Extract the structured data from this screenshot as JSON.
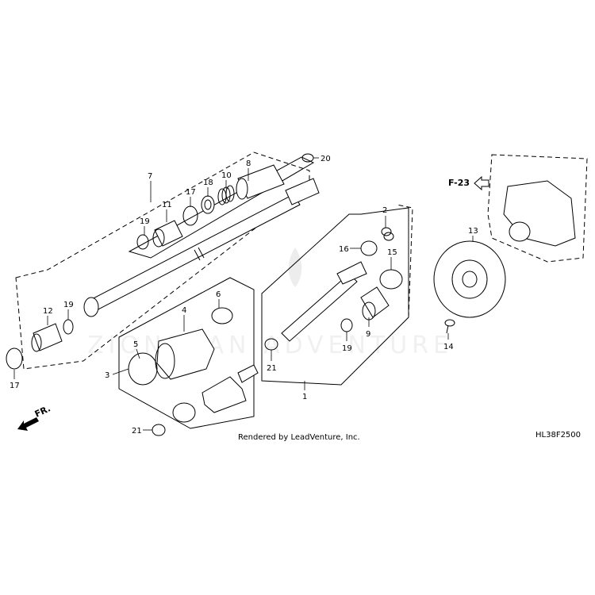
{
  "callouts": {
    "c1": "1",
    "c2": "2",
    "c3": "3",
    "c4": "4",
    "c5": "5",
    "c6": "6",
    "c7": "7",
    "c8": "8",
    "c9": "9",
    "c10": "10",
    "c11": "11",
    "c12": "12",
    "c13": "13",
    "c14": "14",
    "c15": "15",
    "c16": "16",
    "c17a": "17",
    "c17b": "17",
    "c18": "18",
    "c19a": "19",
    "c19b": "19",
    "c19c": "19",
    "c20": "20",
    "c21a": "21",
    "c21b": "21"
  },
  "reference": {
    "label": "F-23"
  },
  "direction": {
    "label": "FR."
  },
  "footer": {
    "credit": "Rendered by LeadVenture, Inc.",
    "diagram_code": "HL38F2500"
  },
  "watermark": {
    "text": "ZIONSCAN ADVENTURE"
  },
  "colors": {
    "line": "#000000",
    "background": "#ffffff",
    "watermark": "#e0e0e0"
  }
}
